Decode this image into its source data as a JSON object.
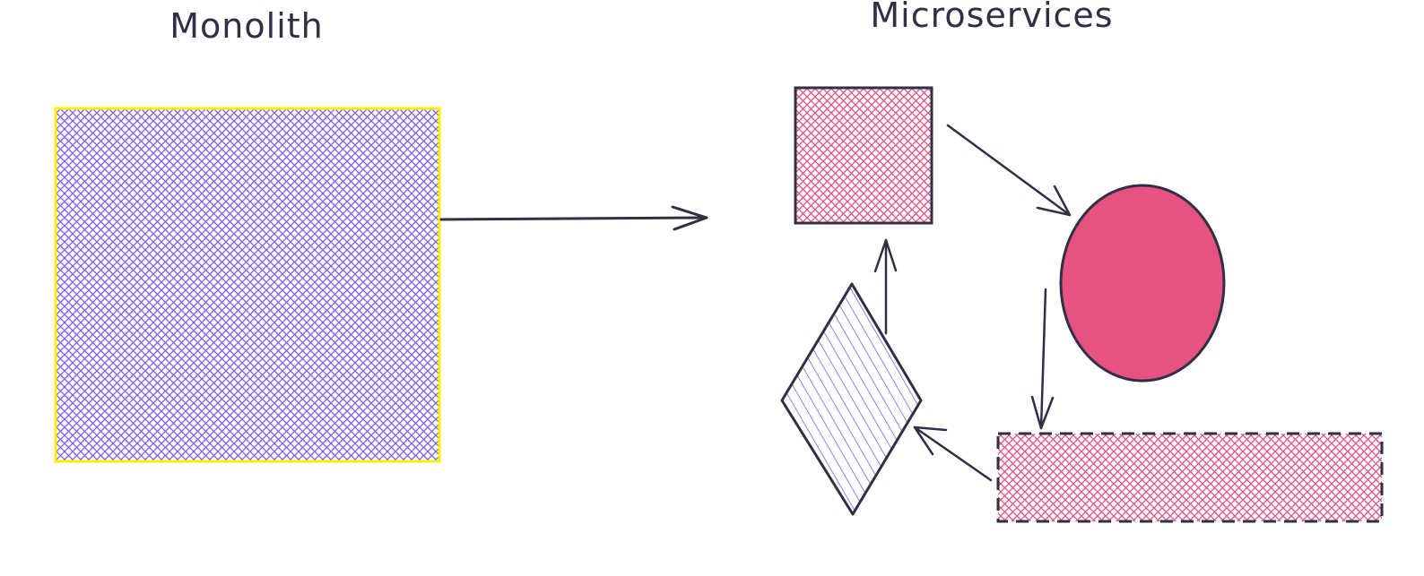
{
  "titles": {
    "monolith": "Monolith",
    "microservices": "Microservices"
  },
  "colors": {
    "ink": "#2f2f45",
    "violet": "#7b5cf0",
    "pink": "#e34f7e",
    "pink_fill": "#e85280",
    "yellow": "#ffee00"
  },
  "nodes": [
    {
      "id": "monolith",
      "shape": "square",
      "fill": "cross-hatch",
      "color": "violet",
      "border": "yellow"
    },
    {
      "id": "service-square",
      "shape": "square",
      "fill": "cross-hatch",
      "color": "pink",
      "border": "ink"
    },
    {
      "id": "service-ellipse",
      "shape": "ellipse",
      "fill": "solid",
      "color": "pink",
      "border": "ink"
    },
    {
      "id": "service-rectangle",
      "shape": "rectangle",
      "fill": "cross-hatch",
      "color": "pink",
      "border": "dashed ink"
    },
    {
      "id": "service-diamond",
      "shape": "diamond",
      "fill": "hatch",
      "color": "violet",
      "border": "ink"
    }
  ],
  "edges": [
    {
      "from": "monolith",
      "to": "microservices"
    },
    {
      "from": "service-square",
      "to": "service-ellipse"
    },
    {
      "from": "service-ellipse",
      "to": "service-rectangle"
    },
    {
      "from": "service-rectangle",
      "to": "service-diamond"
    },
    {
      "from": "service-diamond",
      "to": "service-square"
    }
  ]
}
